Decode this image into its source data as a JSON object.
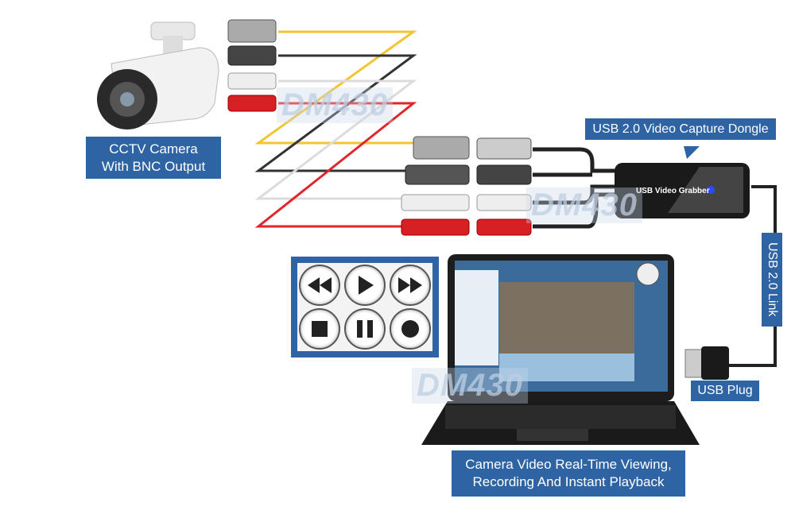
{
  "labels": {
    "camera": [
      "CCTV Camera",
      "With BNC Output"
    ],
    "dongle": "USB 2.0 Video Capture Dongle",
    "dongle_device_text": "USB Video Grabber",
    "usb_link": "USB 2.0 Link",
    "usb_plug": "USB Plug",
    "laptop": [
      "Camera Video Real-Time Viewing,",
      "Recording And Instant Playback"
    ]
  },
  "watermark": "DM430",
  "controls": [
    "rewind-icon",
    "play-icon",
    "fast-forward-icon",
    "stop-icon",
    "pause-icon",
    "record-icon"
  ],
  "colors": {
    "label_bg": "#2e64a3",
    "cable_yellow": "#f2c531",
    "cable_black": "#333333",
    "cable_white": "#dcdcdc",
    "cable_red": "#e0262a",
    "led": "#2a4bff"
  }
}
